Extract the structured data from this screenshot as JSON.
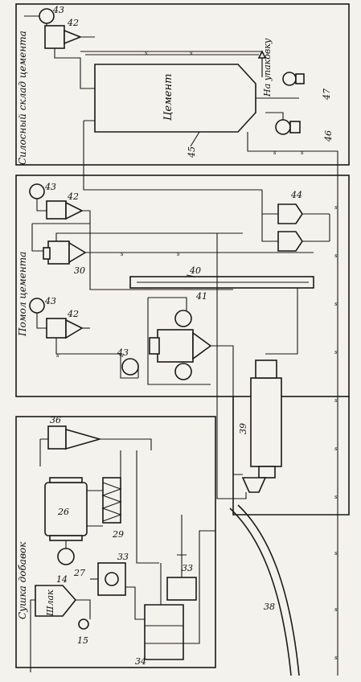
{
  "sections": {
    "silo": "Силосный склад цемента",
    "grinding": "Помол цемента",
    "drying": "Сушка добавок"
  },
  "labels": {
    "cement": "Цемент",
    "to_packing": "На упаковку",
    "slag": "Шлак"
  },
  "numbers": {
    "n14": "14",
    "n15": "15",
    "n26": "26",
    "n27": "27",
    "n29": "29",
    "n30": "30",
    "n33": "33",
    "n33b": "33",
    "n34": "34",
    "n36": "36",
    "n38": "38",
    "n39": "39",
    "n40": "40",
    "n41": "41",
    "n42a": "42",
    "n42b": "42",
    "n42c": "42",
    "n43a": "43",
    "n43b": "43",
    "n43c": "43",
    "n43d": "43",
    "n44": "44",
    "n45": "45",
    "n46": "46",
    "n47": "47"
  },
  "pipe_marker": "s",
  "colors": {
    "ink": "#1a1a1a",
    "paper": "#f4f2ec"
  }
}
